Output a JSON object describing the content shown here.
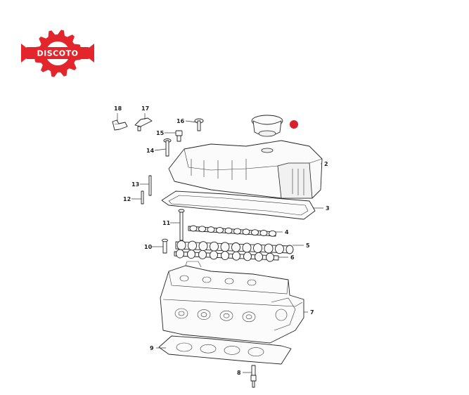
{
  "logo": {
    "text": "DISCOTO",
    "color": "#e3262c"
  },
  "marker_color": "#d8202a",
  "callouts": [
    {
      "id": "18",
      "label": "18"
    },
    {
      "id": "17",
      "label": "17"
    },
    {
      "id": "16",
      "label": "16"
    },
    {
      "id": "15",
      "label": "15"
    },
    {
      "id": "14",
      "label": "14"
    },
    {
      "id": "13",
      "label": "13"
    },
    {
      "id": "12",
      "label": "12"
    },
    {
      "id": "11",
      "label": "11"
    },
    {
      "id": "10",
      "label": "10"
    },
    {
      "id": "9",
      "label": "9"
    },
    {
      "id": "8",
      "label": "8"
    },
    {
      "id": "2",
      "label": "2"
    },
    {
      "id": "3",
      "label": "3"
    },
    {
      "id": "4",
      "label": "4"
    },
    {
      "id": "5",
      "label": "5"
    },
    {
      "id": "6",
      "label": "6"
    },
    {
      "id": "7",
      "label": "7"
    }
  ]
}
